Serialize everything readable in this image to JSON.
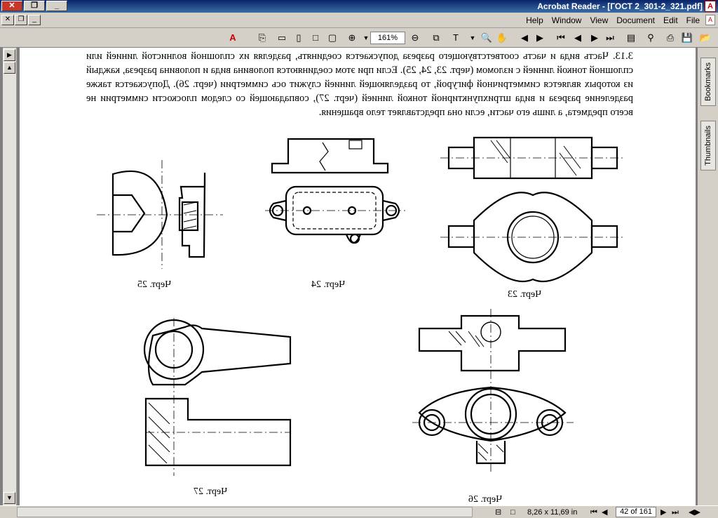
{
  "window": {
    "title": "Acrobat Reader - [ГОСТ 2_301-2_321.pdf]",
    "app_icon": "acrobat-icon",
    "buttons": {
      "minimize": "_",
      "restore": "❐",
      "close": "✕"
    }
  },
  "menu": {
    "items": [
      "File",
      "Edit",
      "Document",
      "View",
      "Window",
      "Help"
    ]
  },
  "toolbar": {
    "zoom_value": "161%"
  },
  "document": {
    "paragraph": "3.13. Часть вида и часть соответствующего разреза допускается соединять, разделяя их сплошной волнистой линией или сплошной тонкой линией с изломом (черт. 23, 24, 25). Если при этом соединяются половина вида и половина разреза, каждый из которых является симметричной фигурой, то разделяющей линией служит ось симметрии (черт. 26). Допускается также разделение разреза и вида штрихпунктирной тонкой линией (черт. 27), совпадающей со следом плоскости симметрии не всего предмета, а лишь его части, если она представляет тело вращения.",
    "captions": {
      "fig23": "Черт. 23",
      "fig24": "Черт. 24",
      "fig25": "Черт. 25",
      "fig26": "Черт. 26",
      "fig27": "Черт. 27"
    }
  },
  "sidebar": {
    "tabs": [
      "Bookmarks",
      "Thumbnails"
    ]
  },
  "status": {
    "page_size": "8,26 x 11,69 in",
    "page_of": "42 of 161"
  }
}
